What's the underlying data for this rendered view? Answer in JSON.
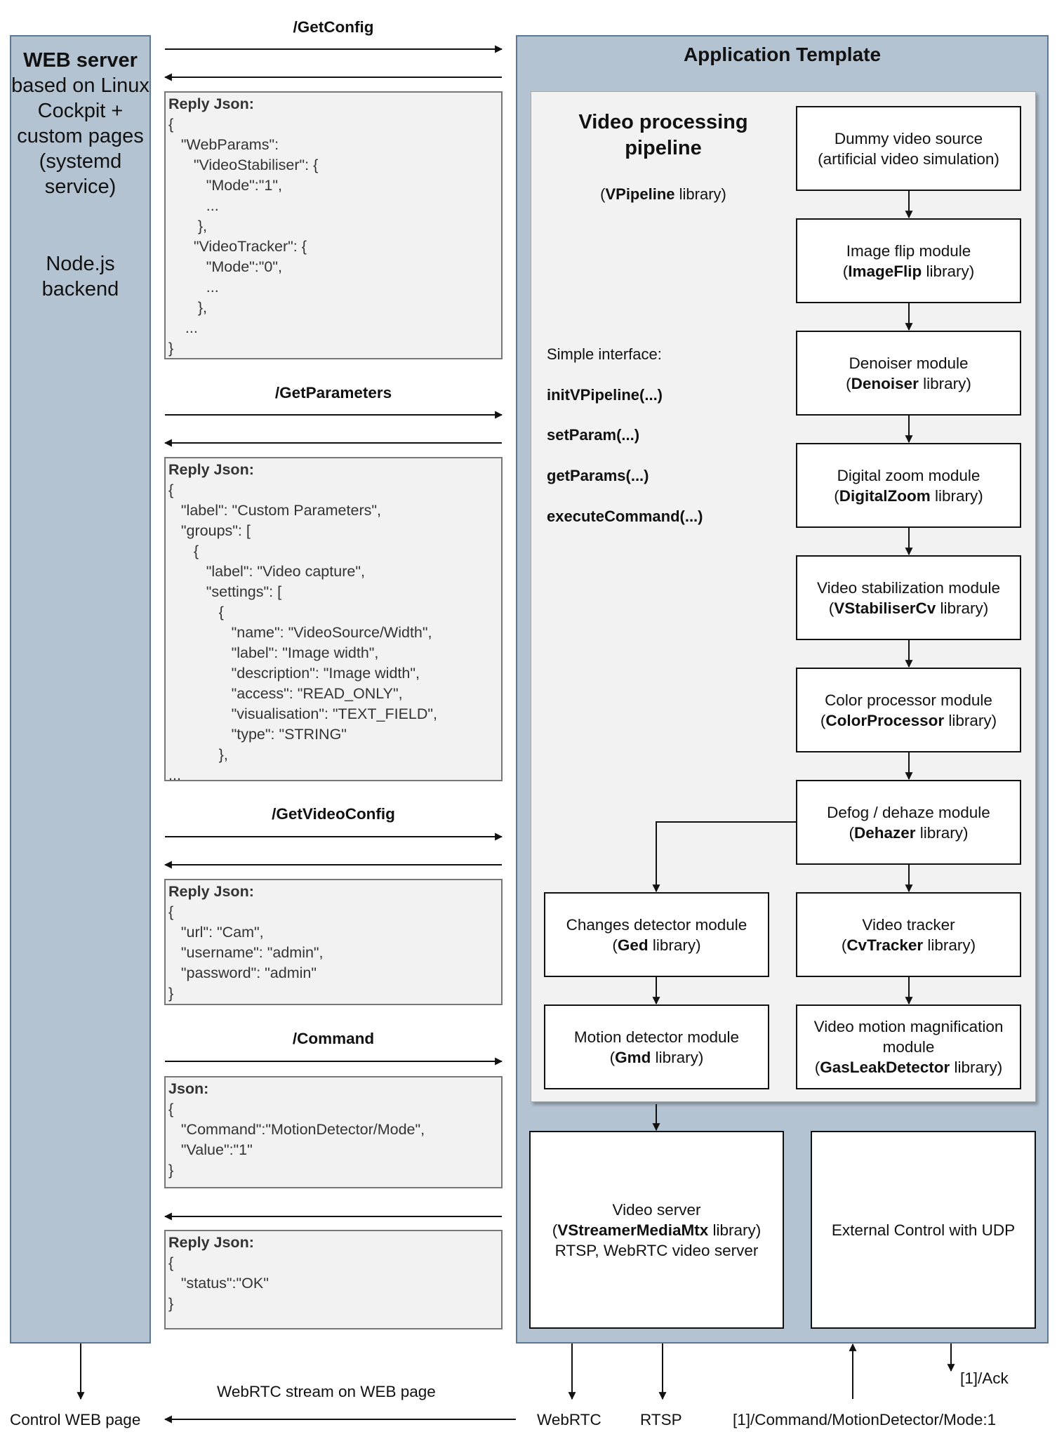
{
  "web_server": {
    "title_bold": "WEB server",
    "title_rest": " based on Linux Cockpit + custom pages (systemd service)",
    "backend": "Node.js backend"
  },
  "app": {
    "title": "Application Template",
    "pipeline_title": "Video processing pipeline",
    "pipeline_lib_bold": "VPipeline",
    "pipeline_lib_rest": " library)",
    "pipeline_lib_open": "(",
    "interface_label": "Simple interface:",
    "interface_funcs": [
      "initVPipeline(...)",
      "setParam(...)",
      "getParams(...)",
      "executeCommand(...)"
    ]
  },
  "modules": {
    "dummy": {
      "line1": "Dummy video source",
      "line2": "(artificial video simulation)"
    },
    "flip": {
      "line1": "Image flip module",
      "lib": "ImageFlip"
    },
    "denoiser": {
      "line1": "Denoiser module",
      "lib": "Denoiser"
    },
    "zoom": {
      "line1": "Digital zoom module",
      "lib": "DigitalZoom"
    },
    "stab": {
      "line1": "Video stabilization module",
      "lib": "VStabiliserCv"
    },
    "color": {
      "line1": "Color processor module",
      "lib": "ColorProcessor"
    },
    "defog": {
      "line1": "Defog / dehaze module",
      "lib": "Dehazer"
    },
    "ged": {
      "line1": "Changes detector module",
      "lib": "Ged"
    },
    "tracker": {
      "line1": "Video tracker",
      "lib": "CvTracker"
    },
    "gmd": {
      "line1": "Motion detector module",
      "lib": "Gmd"
    },
    "gas": {
      "line1": "Video motion magnification",
      "line1b": "module",
      "lib": "GasLeakDetector"
    },
    "server": {
      "line1": "Video server",
      "lib": "VStreamerMediaMtx",
      "line3": "RTSP, WebRTC video server"
    },
    "udp": {
      "line1": "External Control with UDP"
    },
    "lib_word": " library)",
    "lib_open": "("
  },
  "endpoints": {
    "getconfig": {
      "name": "/GetConfig",
      "header": "Reply Json:",
      "lines": [
        "{",
        "   \"WebParams\":",
        "      \"VideoStabiliser\": {",
        "         \"Mode\":\"1\",",
        "         ...",
        "       },",
        "      \"VideoTracker\": {",
        "         \"Mode\":\"0\",",
        "         ...",
        "       },",
        "    ...",
        "}"
      ]
    },
    "getparameters": {
      "name": "/GetParameters",
      "header": "Reply Json:",
      "lines": [
        "{",
        "   \"label\": \"Custom Parameters\",",
        "   \"groups\": [",
        "      {",
        "         \"label\": \"Video capture\",",
        "         \"settings\": [",
        "            {",
        "               \"name\": \"VideoSource/Width\",",
        "               \"label\": \"Image width\",",
        "               \"description\": \"Image width\",",
        "               \"access\": \"READ_ONLY\",",
        "               \"visualisation\": \"TEXT_FIELD\",",
        "               \"type\": \"STRING\"",
        "            },",
        "..."
      ]
    },
    "getvideoconfig": {
      "name": "/GetVideoConfig",
      "header": "Reply Json:",
      "lines": [
        "{",
        "   \"url\": \"Cam\",",
        "   \"username\": \"admin\",",
        "   \"password\": \"admin\"",
        "}"
      ]
    },
    "command": {
      "name": "/Command",
      "header": "Json:",
      "lines": [
        "{",
        "   \"Command\":\"MotionDetector/Mode\",",
        "   \"Value\":\"1\"",
        "}"
      ],
      "reply_header": "Reply Json:",
      "reply_lines": [
        "{",
        "   \"status\":\"OK\"",
        "}"
      ]
    }
  },
  "bottom": {
    "control_page": "Control WEB page",
    "webrtc_stream": "WebRTC stream on WEB page",
    "webrtc": "WebRTC",
    "rtsp": "RTSP",
    "udp_command": "[1]/Command/MotionDetector/Mode:1",
    "ack": "[1]/Ack"
  }
}
